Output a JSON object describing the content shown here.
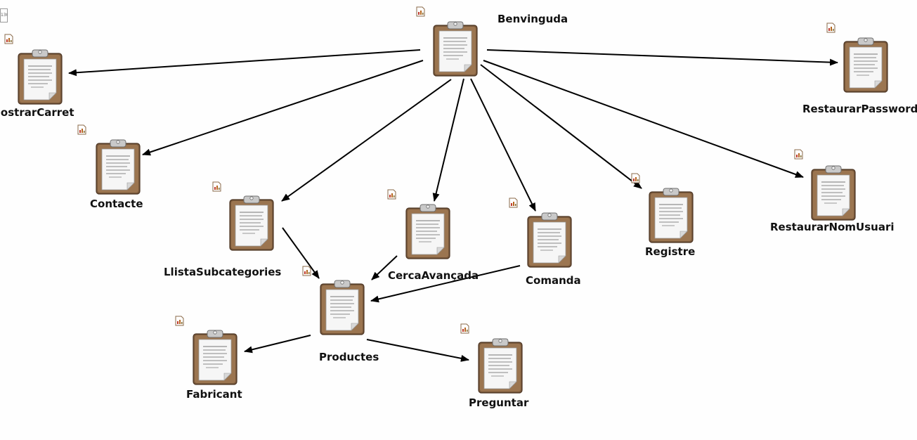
{
  "corner_label": "130",
  "nodes": [
    {
      "id": "benvinguda",
      "label": "Benvinguda"
    },
    {
      "id": "mostrarcarret",
      "label": "MostrarCarret"
    },
    {
      "id": "restaurarpassword",
      "label": "RestaurarPassword"
    },
    {
      "id": "contacte",
      "label": "Contacte"
    },
    {
      "id": "restaurarnomusuari",
      "label": "RestaurarNomUsuari"
    },
    {
      "id": "registre",
      "label": "Registre"
    },
    {
      "id": "llistasubcategories",
      "label": "LlistaSubcategories"
    },
    {
      "id": "cercaavancada",
      "label": "CercaAvançada"
    },
    {
      "id": "comanda",
      "label": "Comanda"
    },
    {
      "id": "productes",
      "label": "Productes"
    },
    {
      "id": "fabricant",
      "label": "Fabricant"
    },
    {
      "id": "preguntar",
      "label": "Preguntar"
    }
  ],
  "edges": [
    {
      "from": "benvinguda",
      "to": "mostrarcarret"
    },
    {
      "from": "benvinguda",
      "to": "restaurarpassword"
    },
    {
      "from": "benvinguda",
      "to": "contacte"
    },
    {
      "from": "benvinguda",
      "to": "restaurarnomusuari"
    },
    {
      "from": "benvinguda",
      "to": "registre"
    },
    {
      "from": "benvinguda",
      "to": "llistasubcategories"
    },
    {
      "from": "benvinguda",
      "to": "cercaavancada"
    },
    {
      "from": "benvinguda",
      "to": "comanda"
    },
    {
      "from": "llistasubcategories",
      "to": "productes"
    },
    {
      "from": "cercaavancada",
      "to": "productes"
    },
    {
      "from": "comanda",
      "to": "productes"
    },
    {
      "from": "productes",
      "to": "fabricant"
    },
    {
      "from": "productes",
      "to": "preguntar"
    }
  ]
}
